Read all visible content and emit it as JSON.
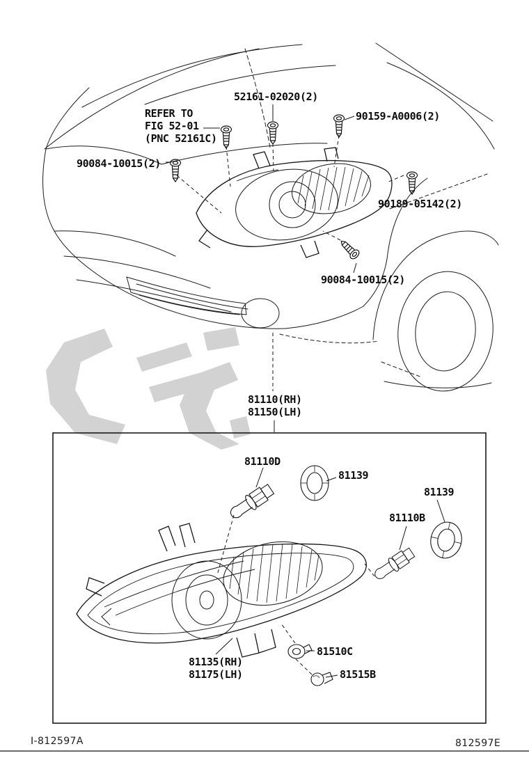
{
  "figure": {
    "footer_left": "I-812597A",
    "footer_right": "812597E"
  },
  "callouts": {
    "refer_to": {
      "line1": "REFER TO",
      "line2": "FIG 52-01",
      "line3": "(PNC 52161C)"
    },
    "bolt_52161": "52161-02020(2)",
    "screw_90159": "90159-A0006(2)",
    "screw_90084_upper": "90084-10015(2)",
    "screw_90189": "90189-05142(2)",
    "screw_90084_lower": "90084-10015(2)",
    "headlamp_rh": "81110(RH)",
    "headlamp_lh": "81150(LH)",
    "bulb_81110d": "81110D",
    "ring_81139_left": "81139",
    "ring_81139_right": "81139",
    "bulb_81110b": "81110B",
    "lens_rh": "81135(RH)",
    "lens_lh": "81175(LH)",
    "socket_81510c": "81510C",
    "bulb_81515b": "81515B"
  },
  "colors": {
    "line": "#1b1b1b",
    "watermark": "#b5b5b5",
    "background": "#ffffff"
  }
}
